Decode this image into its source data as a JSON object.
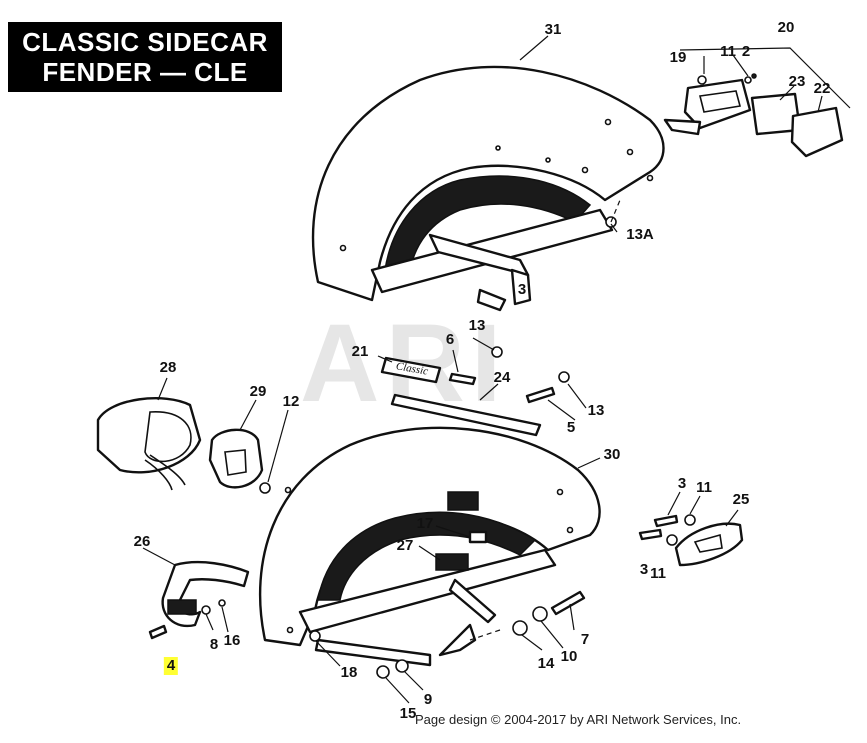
{
  "title": {
    "line1": "CLASSIC SIDECAR",
    "line2": "FENDER — CLE"
  },
  "watermark": "ARI",
  "footer": "Page design © 2004-2017 by ARI Network Services, Inc.",
  "callouts": [
    {
      "id": "c31",
      "text": "31"
    },
    {
      "id": "c20",
      "text": "20"
    },
    {
      "id": "c19",
      "text": "19"
    },
    {
      "id": "c11a",
      "text": "11"
    },
    {
      "id": "c2",
      "text": "2"
    },
    {
      "id": "c23",
      "text": "23"
    },
    {
      "id": "c22",
      "text": "22"
    },
    {
      "id": "c13a",
      "text": "13A"
    },
    {
      "id": "c3a",
      "text": "3"
    },
    {
      "id": "c13b",
      "text": "13"
    },
    {
      "id": "c6",
      "text": "6"
    },
    {
      "id": "c21",
      "text": "21"
    },
    {
      "id": "c24",
      "text": "24"
    },
    {
      "id": "c13c",
      "text": "13"
    },
    {
      "id": "c5",
      "text": "5"
    },
    {
      "id": "c28",
      "text": "28"
    },
    {
      "id": "c29",
      "text": "29"
    },
    {
      "id": "c12",
      "text": "12"
    },
    {
      "id": "c30",
      "text": "30"
    },
    {
      "id": "c3b",
      "text": "3"
    },
    {
      "id": "c11b",
      "text": "11"
    },
    {
      "id": "c25",
      "text": "25"
    },
    {
      "id": "c17",
      "text": "17"
    },
    {
      "id": "c27",
      "text": "27"
    },
    {
      "id": "c3c",
      "text": "3"
    },
    {
      "id": "c11c",
      "text": "11"
    },
    {
      "id": "c26",
      "text": "26"
    },
    {
      "id": "c8",
      "text": "8"
    },
    {
      "id": "c16",
      "text": "16"
    },
    {
      "id": "c4",
      "text": "4"
    },
    {
      "id": "c18",
      "text": "18"
    },
    {
      "id": "c14",
      "text": "14"
    },
    {
      "id": "c10",
      "text": "10"
    },
    {
      "id": "c7",
      "text": "7"
    },
    {
      "id": "c9",
      "text": "9"
    },
    {
      "id": "c15",
      "text": "15"
    }
  ],
  "emblem_text": "Classic",
  "highlight_color": "#ffff33"
}
